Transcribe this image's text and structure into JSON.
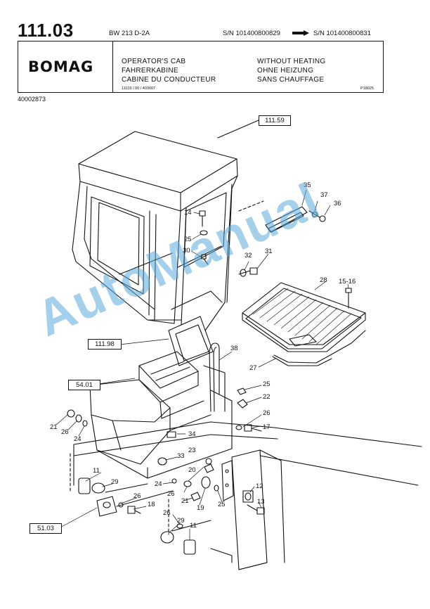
{
  "header": {
    "page_number": "111.03",
    "model": "BW 213 D-2A",
    "serial_from": "S/N 101400800829",
    "serial_to": "S/N 101400800831",
    "logo": "BOMAG",
    "title": {
      "en": "OPERATOR'S CAB",
      "de": "FAHRERKABINE",
      "fr": "CABINE DU CONDUCTEUR"
    },
    "note": {
      "en": "WITHOUT HEATING",
      "de": "OHNE HEIZUNG",
      "fr": "SANS CHAUFFAGE"
    },
    "doc_ref": "11103 / 00 / 403007",
    "fig_ref": "P18025",
    "part_number": "40002873"
  },
  "watermark": "AutoManual",
  "ref_boxes": [
    "111.59",
    "111.98",
    "54.01",
    "51.03"
  ],
  "callouts": [
    "35",
    "37",
    "36",
    "14",
    "25",
    "30",
    "32",
    "31",
    "28",
    "15-16",
    "38",
    "27",
    "25",
    "22",
    "26",
    "17",
    "21",
    "26",
    "24",
    "34",
    "33",
    "23",
    "20",
    "11",
    "29",
    "24",
    "26",
    "21",
    "19",
    "25",
    "12",
    "13",
    "26",
    "18",
    "26",
    "29",
    "11"
  ],
  "colors": {
    "ink": "#111111",
    "watermark": "#5aaadc"
  }
}
